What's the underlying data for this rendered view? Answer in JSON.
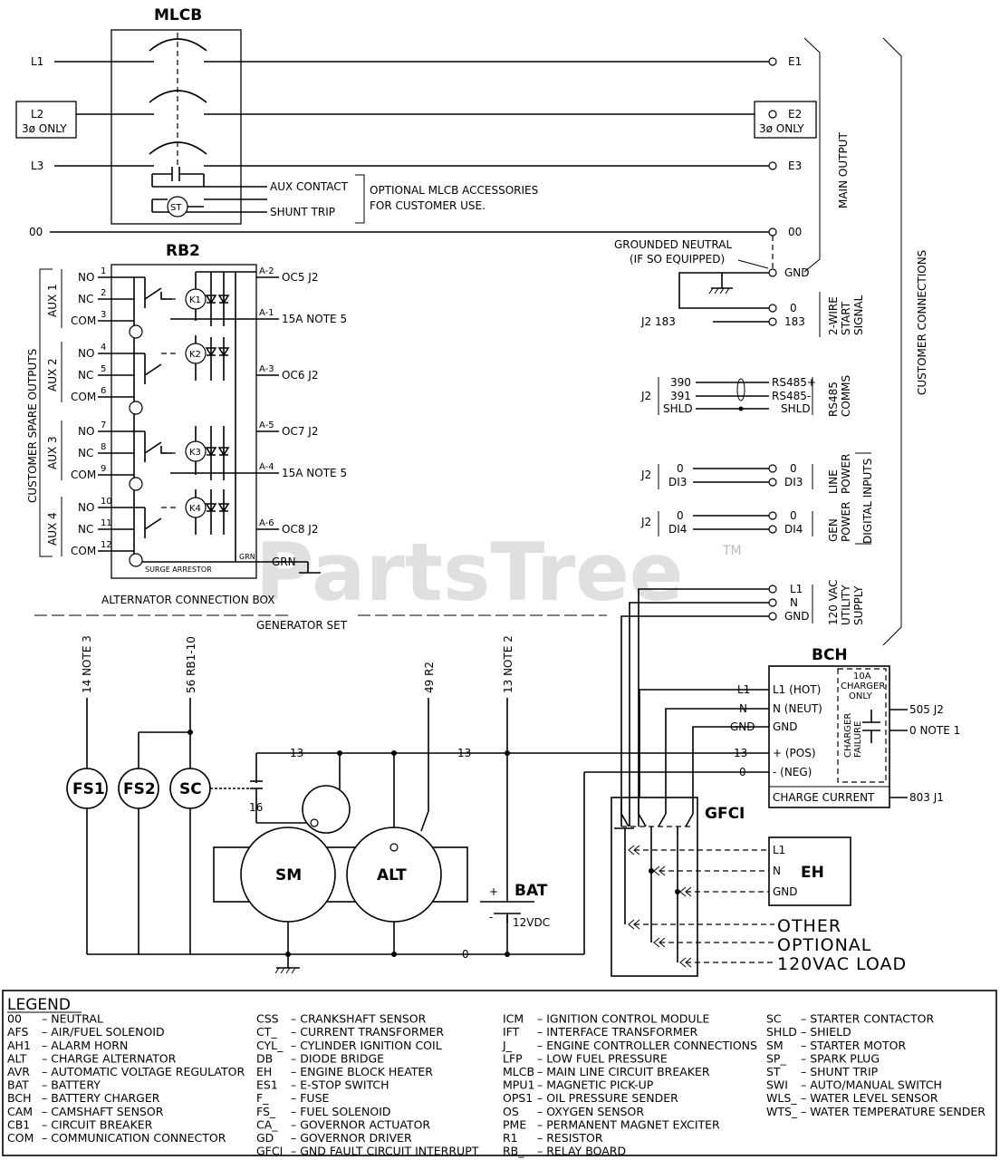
{
  "titles": {
    "mlcb": "MLCB",
    "rb2": "RB2",
    "bch": "BCH",
    "gfci": "GFCI",
    "eh": "EH"
  },
  "mlcb": {
    "lines": [
      "L1",
      "L2",
      "L3"
    ],
    "three_phase_only": "3ø ONLY",
    "outputs": [
      "E1",
      "E2",
      "E3"
    ],
    "neutral": "00",
    "aux_contact": "AUX CONTACT",
    "shunt_trip": "SHUNT TRIP",
    "st": "ST",
    "optional_1": "OPTIONAL MLCB ACCESSORIES",
    "optional_2": "FOR CUSTOMER USE.",
    "main_output": "MAIN OUTPUT"
  },
  "ground": {
    "grounded_neutral_1": "GROUNDED NEUTRAL",
    "grounded_neutral_2": "(IF SO EQUIPPED)",
    "gnd": "GND"
  },
  "rb2": {
    "relays": [
      "K1",
      "K2",
      "K3",
      "K4"
    ],
    "aux_groups": [
      "AUX 1",
      "AUX 2",
      "AUX 3",
      "AUX 4"
    ],
    "no": "NO",
    "nc": "NC",
    "com": "COM",
    "pins": [
      "1",
      "2",
      "3",
      "4",
      "5",
      "6",
      "7",
      "8",
      "9",
      "10",
      "11",
      "12"
    ],
    "outputs": [
      "OC5 J2",
      "15A NOTE 5",
      "OC6 J2",
      "OC7 J2",
      "15A NOTE 5",
      "OC8 J2"
    ],
    "out_pins": [
      "A-2",
      "A-1",
      "A-3",
      "A-5",
      "A-4",
      "A-6"
    ],
    "surge": "SURGE ARRESTOR",
    "grn_small": "GRN",
    "grn": "GRN",
    "spare_outputs": "CUSTOMER SPARE OUTPUTS"
  },
  "right_panel": {
    "start_0": "0",
    "start_183": "183",
    "j2_183": "J2 183",
    "start_signal_1": "2-WIRE",
    "start_signal_2": "START",
    "start_signal_3": "SIGNAL",
    "j2": "J2",
    "rs_left": [
      "390",
      "391",
      "SHLD"
    ],
    "rs_right": [
      "RS485+",
      "RS485-",
      "SHLD"
    ],
    "rs485_1": "RS485",
    "rs485_2": "COMMS",
    "di3_left": [
      "0",
      "DI3"
    ],
    "di3_right": [
      "0",
      "DI3"
    ],
    "line_power_1": "LINE",
    "line_power_2": "POWER",
    "di4_left": [
      "0",
      "DI4"
    ],
    "di4_right": [
      "0",
      "DI4"
    ],
    "gen_power_1": "GEN",
    "gen_power_2": "POWER",
    "digital_inputs": "DIGITAL INPUTS",
    "utility": [
      "L1",
      "N",
      "GND"
    ],
    "utility_1": "120 VAC",
    "utility_2": "UTILITY",
    "utility_3": "SUPPLY",
    "customer_connections": "CUSTOMER CONNECTIONS"
  },
  "boundaries": {
    "alt_box": "ALTERNATOR CONNECTION BOX",
    "genset": "GENERATOR SET"
  },
  "genset": {
    "wires_vertical": [
      "14 NOTE 3",
      "56 RB1-10",
      "49 R2",
      "13 NOTE 2"
    ],
    "fs1": "FS1",
    "fs2": "FS2",
    "sc": "SC",
    "sm": "SM",
    "alt": "ALT",
    "bat": "BAT",
    "vdc": "12VDC",
    "plus": "+",
    "minus": "-",
    "w13a": "13",
    "w13b": "13",
    "w16": "16",
    "w0": "0"
  },
  "bch": {
    "rows": [
      "L1 (HOT)",
      "N (NEUT)",
      "GND",
      "+ (POS)",
      "- (NEG)"
    ],
    "wires_in": [
      "L1",
      "N",
      "GND",
      "13",
      "0"
    ],
    "charge_current": "CHARGE CURRENT",
    "amp_1": "10A",
    "amp_2": "CHARGER",
    "amp_3": "ONLY",
    "fail_1": "CHARGER",
    "fail_2": "FAILURE",
    "out_505": "505 J2",
    "out_0": "0 NOTE 1",
    "out_803": "803 J1"
  },
  "eh": {
    "rows": [
      "L1",
      "N",
      "GND"
    ]
  },
  "loads": [
    "OTHER",
    "OPTIONAL",
    "120VAC LOAD"
  ],
  "watermark": "PartsTree",
  "tm": "TM",
  "legend": {
    "title": "LEGEND",
    "columns": [
      [
        [
          "00",
          "NEUTRAL"
        ],
        [
          "AFS",
          "AIR/FUEL SOLENOID"
        ],
        [
          "AH1",
          "ALARM HORN"
        ],
        [
          "ALT",
          "CHARGE ALTERNATOR"
        ],
        [
          "AVR",
          "AUTOMATIC VOLTAGE REGULATOR"
        ],
        [
          "BAT",
          "BATTERY"
        ],
        [
          "BCH",
          "BATTERY CHARGER"
        ],
        [
          "CAM",
          "CAMSHAFT SENSOR"
        ],
        [
          "CB1",
          "CIRCUIT BREAKER"
        ],
        [
          "COM",
          "COMMUNICATION CONNECTOR"
        ]
      ],
      [
        [
          "CSS",
          "CRANKSHAFT SENSOR"
        ],
        [
          "CT_",
          "CURRENT TRANSFORMER"
        ],
        [
          "CYL_",
          "CYLINDER IGNITION COIL"
        ],
        [
          "DB",
          "DIODE BRIDGE"
        ],
        [
          "EH",
          "ENGINE BLOCK HEATER"
        ],
        [
          "ES1",
          "E-STOP SWITCH"
        ],
        [
          "F_",
          "FUSE"
        ],
        [
          "FS_",
          "FUEL SOLENOID"
        ],
        [
          "CA_",
          "GOVERNOR ACTUATOR"
        ],
        [
          "GD",
          "GOVERNOR DRIVER"
        ],
        [
          "GFCI",
          "GND FAULT CIRCUIT INTERRUPT"
        ]
      ],
      [
        [
          "ICM",
          "IGNITION CONTROL MODULE"
        ],
        [
          "IFT",
          "INTERFACE TRANSFORMER"
        ],
        [
          "J_",
          "ENGINE CONTROLLER CONNECTIONS"
        ],
        [
          "LFP",
          "LOW FUEL PRESSURE"
        ],
        [
          "MLCB",
          "MAIN LINE CIRCUIT BREAKER"
        ],
        [
          "MPU1",
          "MAGNETIC PICK-UP"
        ],
        [
          "OPS1",
          "OIL PRESSURE SENDER"
        ],
        [
          "OS",
          "OXYGEN SENSOR"
        ],
        [
          "PME",
          "PERMANENT MAGNET EXCITER"
        ],
        [
          "R1",
          "RESISTOR"
        ],
        [
          "RB_",
          "RELAY BOARD"
        ]
      ],
      [
        [
          "SC",
          "STARTER CONTACTOR"
        ],
        [
          "SHLD",
          "SHIELD"
        ],
        [
          "SM",
          "STARTER MOTOR"
        ],
        [
          "SP_",
          "SPARK PLUG"
        ],
        [
          "ST",
          "SHUNT TRIP"
        ],
        [
          "SWI",
          "AUTO/MANUAL SWITCH"
        ],
        [
          "WLS_",
          "WATER LEVEL SENSOR"
        ],
        [
          "WTS_",
          "WATER TEMPERATURE SENDER"
        ]
      ]
    ]
  }
}
